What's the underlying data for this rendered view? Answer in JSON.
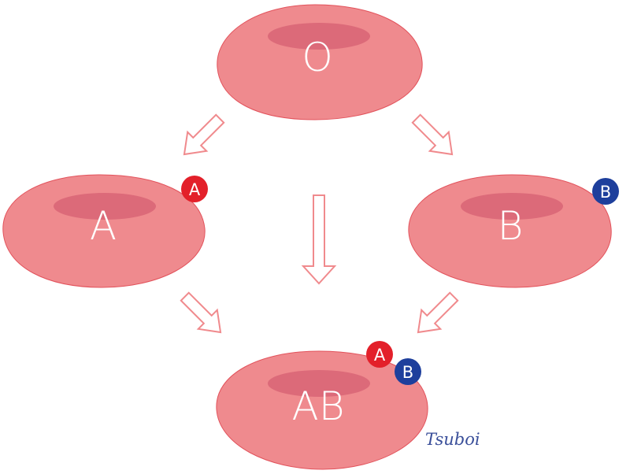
{
  "colors": {
    "cell_fill": "#ef8a8e",
    "cell_stroke": "#e2525b",
    "cell_dimple": "#dc6a79",
    "arrow_stroke": "#f08a8d",
    "badge_a": "#e3202a",
    "badge_b": "#1e3f9c",
    "signature": "#3a4f9a"
  },
  "cells": {
    "o": {
      "label": "O"
    },
    "a": {
      "label": "A",
      "badge": "A"
    },
    "b": {
      "label": "B",
      "badge": "B"
    },
    "ab": {
      "label": "AB",
      "badge_a": "A",
      "badge_b": "B"
    }
  },
  "signature": "Tsuboi"
}
